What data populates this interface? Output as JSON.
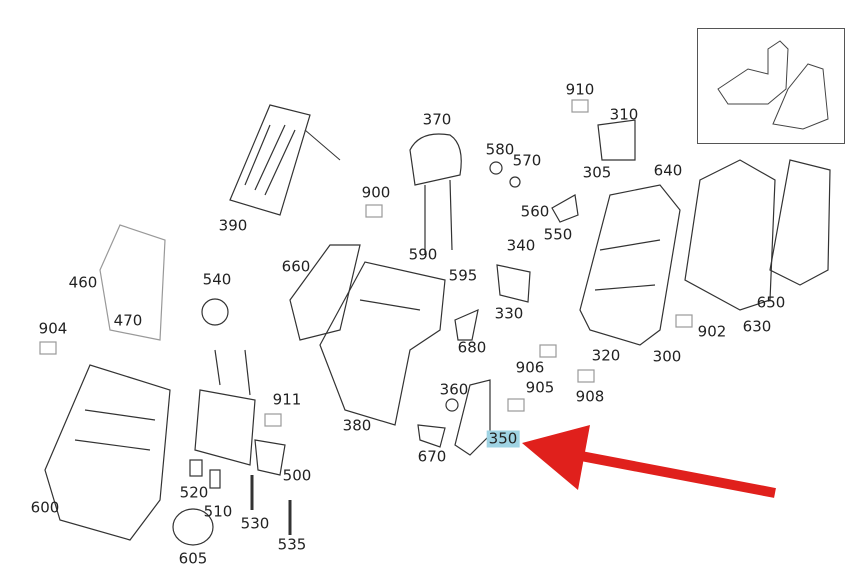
{
  "diagram": {
    "labels": [
      "910",
      "310",
      "370",
      "580",
      "570",
      "305",
      "640",
      "900",
      "560",
      "550",
      "390",
      "340",
      "590",
      "595",
      "660",
      "460",
      "540",
      "470",
      "904",
      "330",
      "650",
      "902",
      "630",
      "680",
      "320",
      "300",
      "906",
      "905",
      "360",
      "908",
      "911",
      "380",
      "350",
      "670",
      "500",
      "520",
      "510",
      "600",
      "530",
      "535",
      "605"
    ],
    "highlighted_label": "350",
    "highlight_color": "#9fd3e3",
    "arrow_color": "#e0201c"
  }
}
